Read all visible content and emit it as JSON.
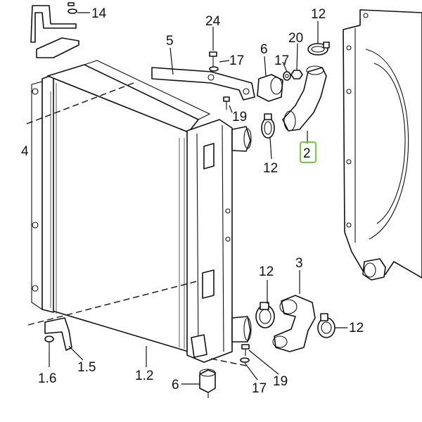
{
  "labels": {
    "l14_top": "14",
    "l14_side": "4",
    "l24": "24",
    "l5": "5",
    "l17_a": "17",
    "l6_top": "6",
    "l17_b": "17",
    "l20": "20",
    "l12_top": "12",
    "l19_a": "19",
    "l12_clamp": "12",
    "l2": "2",
    "l3": "3",
    "l12_low_left": "12",
    "l12_low_right": "12",
    "l1_6": "1.6",
    "l1_5": "1.5",
    "l1_2": "1.2",
    "l6_bottom": "6",
    "l17_c": "17",
    "l19_b": "19"
  },
  "colors": {
    "line": "#111111",
    "highlight": "#7ac943",
    "background": "#ffffff"
  }
}
